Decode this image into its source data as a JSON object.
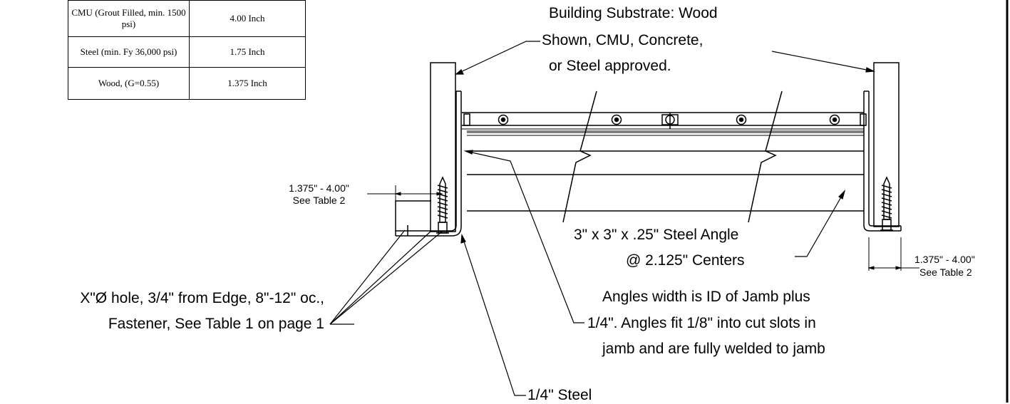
{
  "table": {
    "rows": [
      {
        "material": "CMU (Grout Filled, min. 1500 psi)",
        "value": "4.00 Inch"
      },
      {
        "material": "Steel (min. Fy 36,000 psi)",
        "value": "1.75 Inch"
      },
      {
        "material": "Wood, (G=0.55)",
        "value": "1.375 Inch"
      }
    ]
  },
  "labels": {
    "substrate_line1": "Building Substrate: Wood",
    "substrate_line2": "Shown, CMU, Concrete,",
    "substrate_line3": "or Steel approved.",
    "dim_left_line1": "1.375\" - 4.00\"",
    "dim_left_line2": "See Table 2",
    "dim_right_line1": "1.375\" - 4.00\"",
    "dim_right_line2": "See Table 2",
    "angle_line1": "3\" x 3\" x .25\" Steel Angle",
    "angle_line2": "@ 2.125\" Centers",
    "hole_line1": "X\"Ø hole, 3/4\" from Edge, 8\"-12\" oc.,",
    "hole_line2": "Fastener, See Table 1 on page 1",
    "width_line1": "Angles width is ID of Jamb plus",
    "width_line2": "1/4\". Angles fit 1/8\" into cut slots in",
    "width_line3": "jamb and are fully welded to jamb",
    "steel": "1/4\" Steel"
  }
}
